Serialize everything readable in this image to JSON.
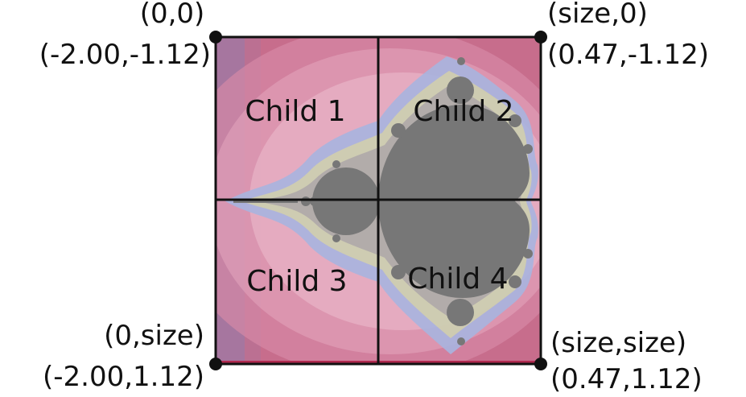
{
  "corners": {
    "top_left": {
      "pixel": "(0,0)",
      "complex": "(-2.00,-1.12)"
    },
    "top_right": {
      "pixel": "(size,0)",
      "complex": "(0.47,-1.12)"
    },
    "bottom_left": {
      "pixel": "(0,size)",
      "complex": "(-2.00,1.12)"
    },
    "bottom_right": {
      "pixel": "(size,size)",
      "complex": "(0.47,1.12)"
    }
  },
  "children": [
    "Child 1",
    "Child 2",
    "Child 3",
    "Child 4"
  ],
  "colors": {
    "background": "#ffffff",
    "fractal_outer": "#c76d8c",
    "fractal_band_light": "#e9b3c6",
    "fractal_band_blue": "#a7b4df",
    "fractal_band_yellow": "#e9e08f",
    "fractal_interior": "#777777",
    "grid_lines": "#111111",
    "corner_dots": "#111111"
  }
}
